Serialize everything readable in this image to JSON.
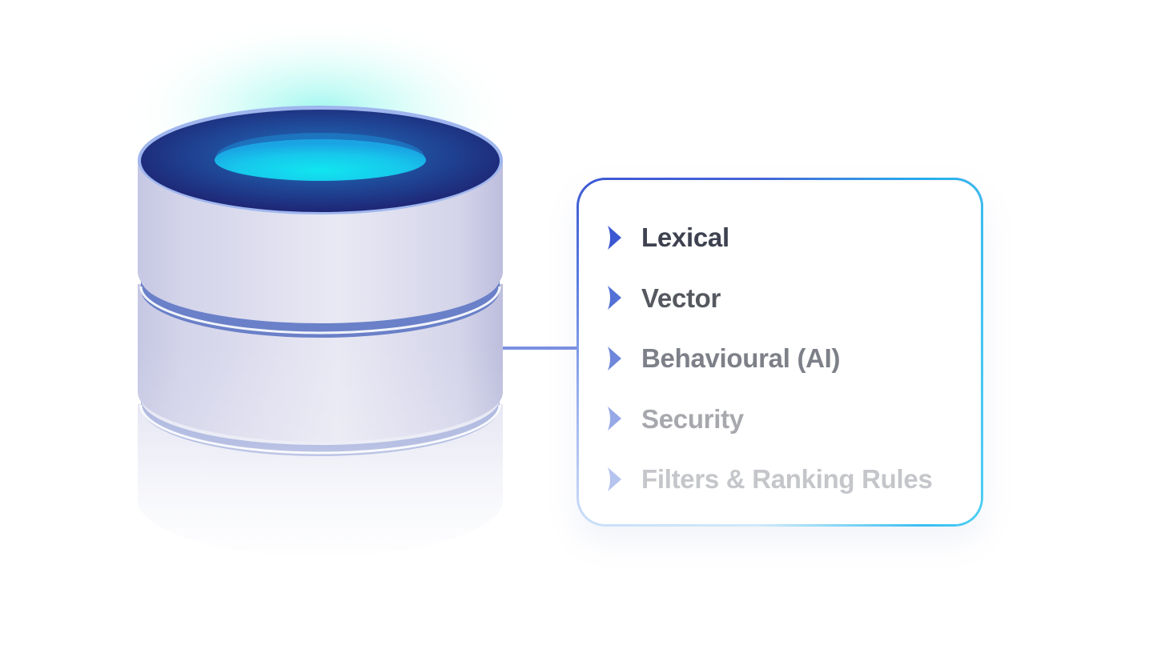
{
  "diagram": {
    "database_icon": "database-cylinder-icon",
    "colors": {
      "accent_blue": "#3b57d2",
      "accent_cyan": "#1fd6ef",
      "cylinder_top_dark": "#1e2a78",
      "ring_line": "#6a80c8",
      "connector": "#7a90e0"
    },
    "panel": {
      "items": [
        {
          "label": "Lexical",
          "icon": "chevron-right-icon",
          "text_color": "#3e4250",
          "icon_color": "#3b57d2"
        },
        {
          "label": "Vector",
          "icon": "chevron-right-icon",
          "text_color": "#55585f",
          "icon_color": "#5370d6"
        },
        {
          "label": "Behavioural (AI)",
          "icon": "chevron-right-icon",
          "text_color": "#7d8088",
          "icon_color": "#6f87da"
        },
        {
          "label": "Security",
          "icon": "chevron-right-icon",
          "text_color": "#a6a8ad",
          "icon_color": "#97a8e6"
        },
        {
          "label": "Filters & Ranking Rules",
          "icon": "chevron-right-icon",
          "text_color": "#c4c6ca",
          "icon_color": "#b5c3ef"
        }
      ]
    }
  }
}
